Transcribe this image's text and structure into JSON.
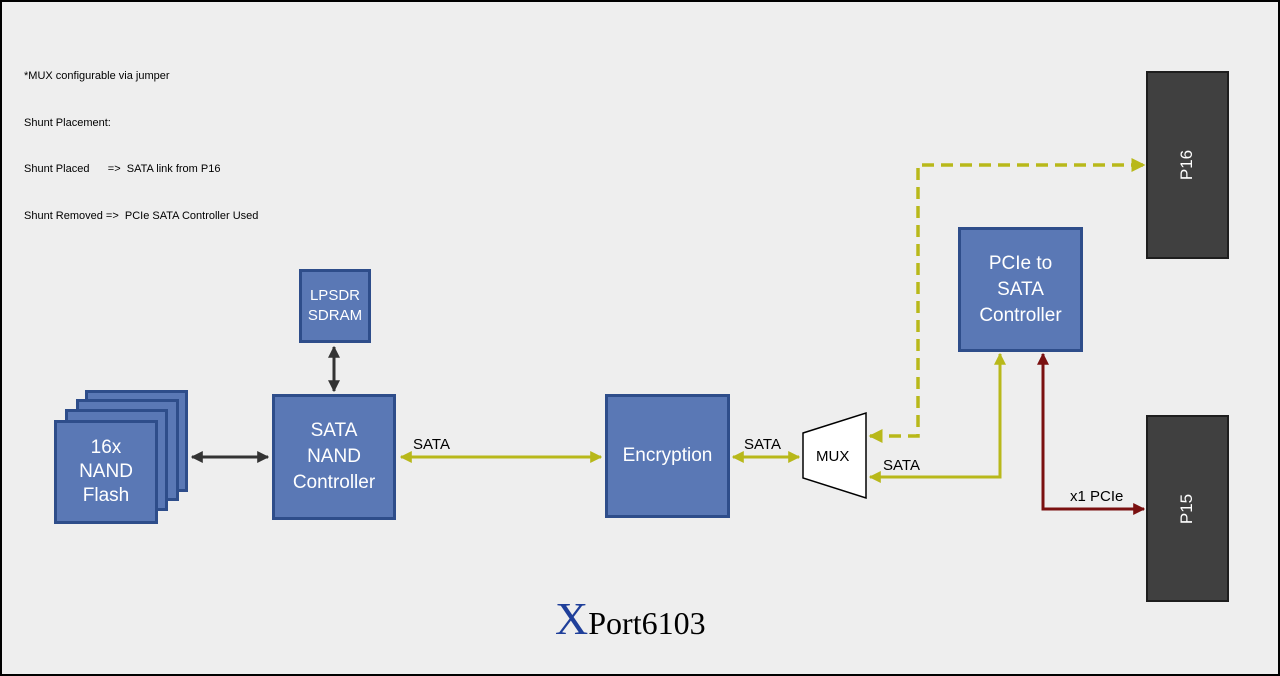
{
  "notes": [
    "*MUX configurable via jumper",
    "Shunt Placement:",
    "Shunt Placed      =>  SATA link from P16",
    "Shunt Removed =>  PCIe SATA Controller Used"
  ],
  "blocks": {
    "nand_flash": [
      "16x",
      "NAND",
      "Flash"
    ],
    "lpsdr": [
      "LPSDR",
      "SDRAM"
    ],
    "sata_nand_controller": [
      "SATA",
      "NAND",
      "Controller"
    ],
    "encryption": "Encryption",
    "pcie_sata_controller": [
      "PCIe to",
      "SATA",
      "Controller"
    ],
    "mux": "MUX"
  },
  "ports": {
    "p16": "P16",
    "p15": "P15"
  },
  "links": {
    "sata_controller_to_encryption": "SATA",
    "encryption_to_mux": "SATA",
    "pcie_controller_to_mux": "SATA",
    "pcie_to_p15": "x1 PCIe"
  },
  "title": {
    "initial": "X",
    "rest": "Port6103"
  },
  "colors": {
    "block_fill": "#5a78b5",
    "block_border": "#2e4d8a",
    "sata_link": "#b8b81a",
    "pcie_link": "#7a1010",
    "generic_link": "#333333",
    "port_fill": "#404040",
    "title_initial": "#1f3f9a"
  }
}
